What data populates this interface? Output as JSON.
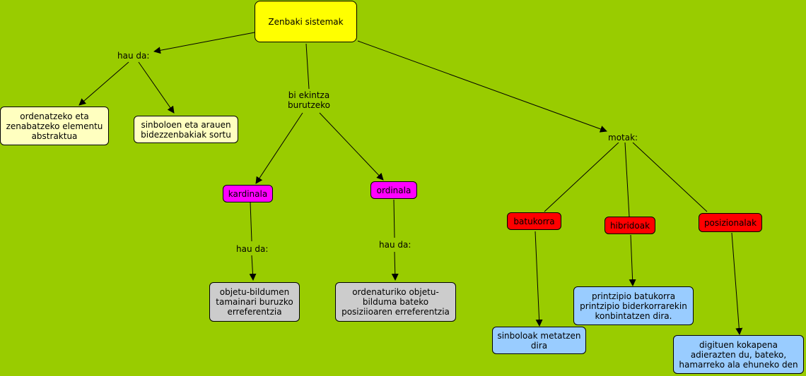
{
  "colors": {
    "background": "#99cc00",
    "root": "#ffff00",
    "definition": "#ffffc0",
    "category": "#ff00ff",
    "type": "#ff0000",
    "detail_grey": "#cccccc",
    "detail_blue": "#99ccff"
  },
  "nodes": {
    "root": "Zenbaki sistemak",
    "def1": "ordenatzeko eta zenabatzeko elementu abstraktua",
    "def2": "sinboloen eta arauen bidezzenbakiak sortu",
    "kardinala": "kardinala",
    "ordinala": "ordinala",
    "kardinala_def": "objetu-bildumen tamainari buruzko erreferentzia",
    "ordinala_def": "ordenaturiko objetu-bilduma bateko posiziioaren erreferentzia",
    "batukorra": "batukorra",
    "hibridoak": "hibridoak",
    "posizionalak": "posizionalak",
    "batukorra_def": "sinboloak metatzen dira",
    "hibridoak_def": "printzipio batukorra printzipio biderkorrarekin konbintatzen dira.",
    "posizionalak_def": "digituen kokapena adierazten du, bateko, hamarreko ala ehuneko den"
  },
  "links": {
    "hau_da_1": "hau da:",
    "bi_ekintza": "bi ekintza burutzeko",
    "motak": "motak:",
    "hau_da_2": "hau da:",
    "hau_da_3": "hau da:"
  }
}
